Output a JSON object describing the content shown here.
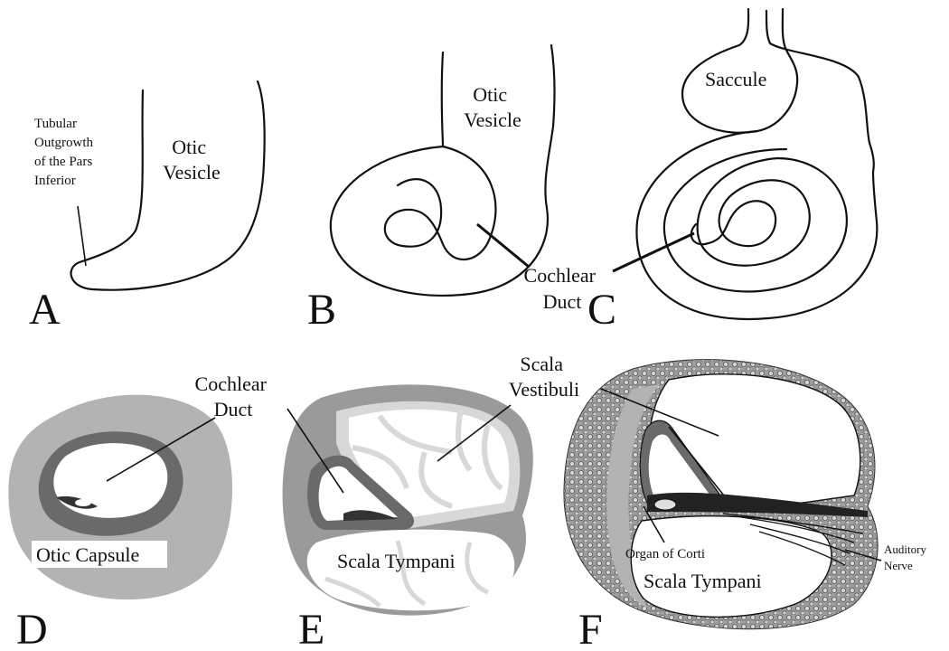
{
  "panels": {
    "a": {
      "letter": "A",
      "otic_vesicle": [
        "Otic",
        "Vesicle"
      ],
      "outgrowth": [
        "Tubular",
        "Outgrowth",
        "of the Pars",
        "Inferior"
      ]
    },
    "b": {
      "letter": "B",
      "otic_vesicle": [
        "Otic",
        "Vesicle"
      ]
    },
    "bc_shared": {
      "cochlear_duct": [
        "Cochlear",
        "Duct"
      ]
    },
    "c": {
      "letter": "C",
      "saccule": "Saccule"
    },
    "d": {
      "letter": "D",
      "cochlear_duct": [
        "Cochlear",
        "Duct"
      ],
      "otic_capsule": "Otic Capsule"
    },
    "e": {
      "letter": "E",
      "scala_vestibuli": [
        "Scala",
        "Vestibuli"
      ],
      "scala_tympani": "Scala Tympani"
    },
    "f": {
      "letter": "F",
      "organ_of_corti": "Organ of Corti",
      "scala_tympani": "Scala Tympani",
      "auditory_nerve": [
        "Auditory",
        "Nerve"
      ]
    }
  },
  "colors": {
    "capsule_gray": "#b3b3b3",
    "duct_dark": "#6a6a6a",
    "web_light": "#d8d8d8",
    "ink": "#111111"
  }
}
